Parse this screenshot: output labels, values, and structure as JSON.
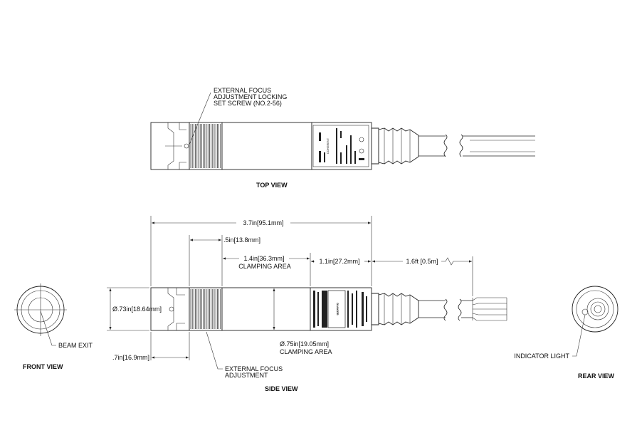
{
  "top_view": {
    "callout": [
      "EXTERNAL FOCUS",
      "ADJUSTMENT LOCKING",
      "SET SCREW (NO.2-56)"
    ],
    "caption": "TOP VIEW",
    "label_brand": "COHERENT"
  },
  "side_view": {
    "dim_overall": "3.7in[95.1mm]",
    "dim_focus_ring": ".5in[13.8mm]",
    "dim_clamping_length": "1.4in[36.3mm]",
    "clamping_area_1": "CLAMPING AREA",
    "dim_label_zone": "1.1in[27.2mm]",
    "dim_cable": "1.6ft [0.5m]",
    "dim_body_dia": "Ø.73in[18.64mm]",
    "dim_front": ".7in[16.9mm]",
    "dim_clamp_dia": "Ø.75in[19.05mm]",
    "clamping_area_2": "CLAMPING AREA",
    "callout": [
      "EXTERNAL FOCUS",
      "ADJUSTMENT"
    ],
    "caption": "SIDE VIEW",
    "label_danger": "DANGER"
  },
  "front_view": {
    "beam_exit": "BEAM EXIT",
    "caption": "FRONT VIEW"
  },
  "rear_view": {
    "indicator": "INDICATOR LIGHT",
    "caption": "REAR VIEW"
  }
}
